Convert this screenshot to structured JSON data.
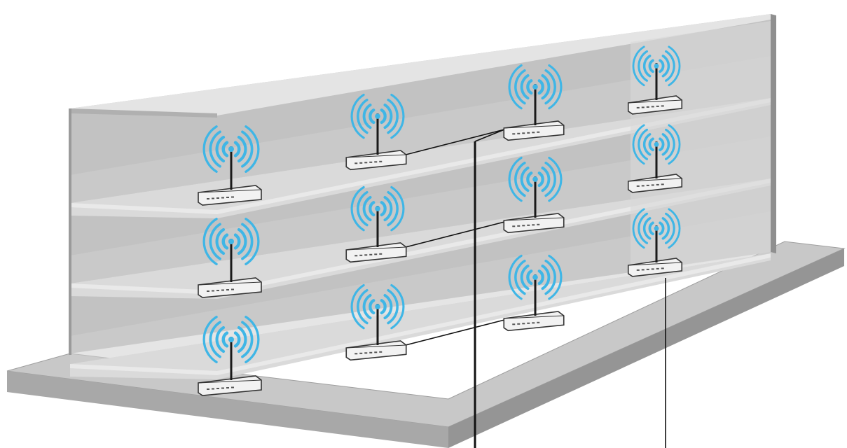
{
  "scene": {
    "floors": 3,
    "routers_per_floor": 4,
    "colors": {
      "background": "#ffffff",
      "wall": "#bfbfbf",
      "wall_dark": "#a9a9a9",
      "shelf_top": "#dadada",
      "shelf_front": "#c8c8c8",
      "base": "#c4c4c4",
      "base_edge": "#9e9e9e",
      "router_body": "#f2f2f2",
      "router_edge": "#333333",
      "antenna": "#1a1a1a",
      "signal": "#3fb6e6",
      "cable": "#111111"
    }
  },
  "routers": [
    {
      "floor": 1,
      "slot": 1
    },
    {
      "floor": 1,
      "slot": 2
    },
    {
      "floor": 1,
      "slot": 3
    },
    {
      "floor": 1,
      "slot": 4
    },
    {
      "floor": 2,
      "slot": 1
    },
    {
      "floor": 2,
      "slot": 2
    },
    {
      "floor": 2,
      "slot": 3
    },
    {
      "floor": 2,
      "slot": 4
    },
    {
      "floor": 3,
      "slot": 1
    },
    {
      "floor": 3,
      "slot": 2
    },
    {
      "floor": 3,
      "slot": 3
    },
    {
      "floor": 3,
      "slot": 4
    }
  ],
  "icons": {
    "router": "wireless-router-icon",
    "signal": "wifi-signal-icon"
  }
}
